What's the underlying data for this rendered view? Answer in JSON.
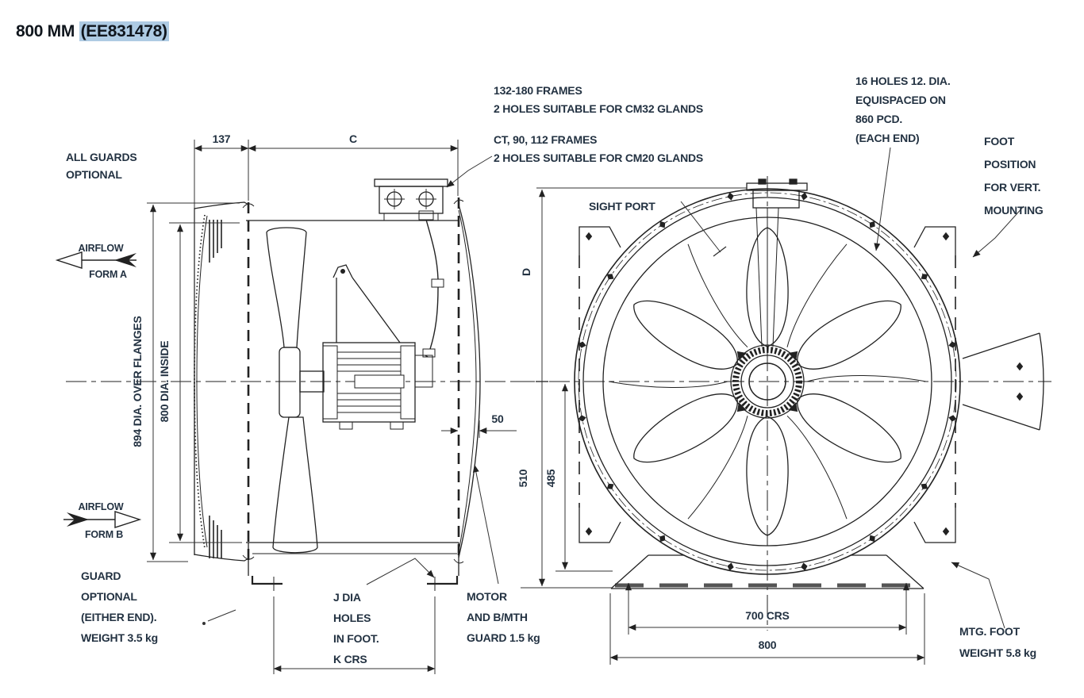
{
  "title": {
    "prefix": "800 MM ",
    "highlight": "(EE831478)"
  },
  "colors": {
    "highlight": "#aecbe3",
    "text": "#233242",
    "line": "#222222"
  },
  "notes": {
    "all_guards": [
      "ALL GUARDS",
      "OPTIONAL"
    ],
    "glands_132": [
      "132-180 FRAMES",
      "2 HOLES SUITABLE FOR CM32 GLANDS"
    ],
    "glands_ct": [
      "CT, 90, 112 FRAMES",
      "2 HOLES SUITABLE FOR CM20 GLANDS"
    ],
    "holes": [
      "16 HOLES 12. DIA.",
      "EQUISPACED ON",
      "860 PCD.",
      "(EACH END)"
    ],
    "foot_position": [
      "FOOT",
      "POSITION",
      "FOR VERT.",
      "MOUNTING"
    ],
    "sight_port": "SIGHT PORT",
    "guard_optional": [
      "GUARD",
      "OPTIONAL",
      "(EITHER END).",
      "WEIGHT 3.5 kg"
    ],
    "j_dia": [
      "J DIA",
      "HOLES",
      "IN FOOT.",
      "K CRS"
    ],
    "motor": [
      "MOTOR",
      "AND B/MTH",
      "GUARD 1.5 kg"
    ],
    "mtg_foot": [
      "MTG. FOOT",
      "WEIGHT 5.8 kg"
    ]
  },
  "airflow": {
    "a_label": "AIRFLOW",
    "a_form": "FORM A",
    "b_label": "AIRFLOW",
    "b_form": "FORM B"
  },
  "dims": {
    "d137": "137",
    "c": "C",
    "d": "D",
    "d50": "50",
    "d510": "510",
    "d485": "485",
    "d700": "700 CRS",
    "d800": "800",
    "dia_over": "894 DIA. OVER FLANGES",
    "dia_inside": "800 DIA. INSIDE"
  }
}
